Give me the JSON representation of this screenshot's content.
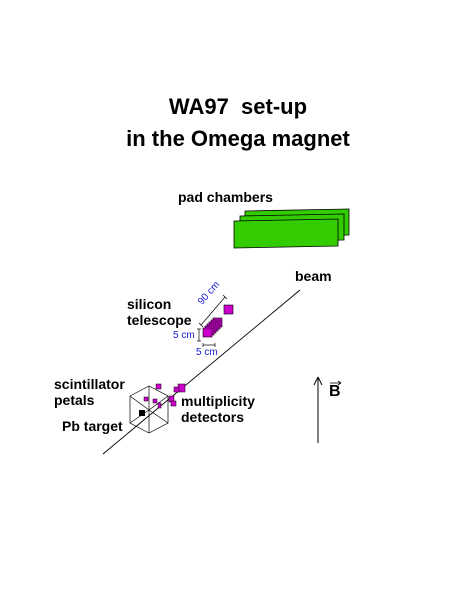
{
  "title": {
    "line1": "WA97  set-up",
    "line2": "in the Omega magnet"
  },
  "labels": {
    "pad_chambers": "pad chambers",
    "beam": "beam",
    "silicon": "silicon",
    "telescope": "telescope",
    "scintillator": "scintillator",
    "petals": "petals",
    "multiplicity": "multiplicity",
    "detectors": "detectors",
    "pb_target": "Pb target",
    "field": "B"
  },
  "dimensions": {
    "length": "90 cm",
    "height": "5 cm",
    "width": "5 cm"
  },
  "colors": {
    "pad_chamber_fill": "#33cc00",
    "detector_fill": "#cc00cc",
    "dimension_text": "#1a1ad0",
    "lines": "#000000"
  },
  "icons": {
    "field_arrow": "arrow-up-icon",
    "vector_mark": "vector-arrow-icon"
  }
}
